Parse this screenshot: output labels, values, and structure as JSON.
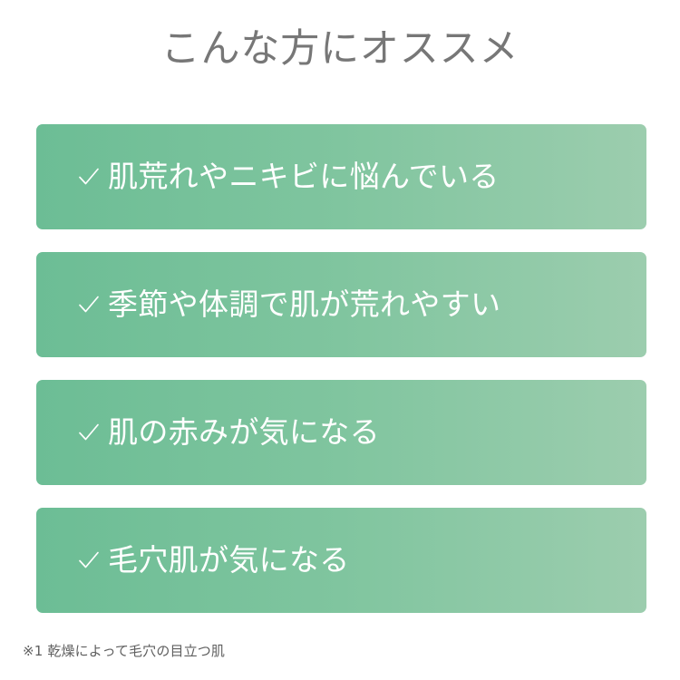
{
  "header": {
    "title": "こんな方にオススメ",
    "title_color": "#777777"
  },
  "theme": {
    "background": "#ffffff",
    "card_gradient_start": "#6cbd95",
    "card_gradient_mid": "#80c59f",
    "card_gradient_end": "#9ccdae",
    "card_text_color": "#ffffff",
    "footnote_color": "#5f5f5f"
  },
  "cards": [
    {
      "icon": "check-icon",
      "label": "肌荒れやニキビに悩んでいる"
    },
    {
      "icon": "check-icon",
      "label": "季節や体調で肌が荒れやすい"
    },
    {
      "icon": "check-icon",
      "label": "肌の赤みが気になる"
    },
    {
      "icon": "check-icon",
      "label": "毛穴肌が気になる"
    }
  ],
  "footnote": {
    "text": "※1 乾燥によって毛穴の目立つ肌"
  }
}
